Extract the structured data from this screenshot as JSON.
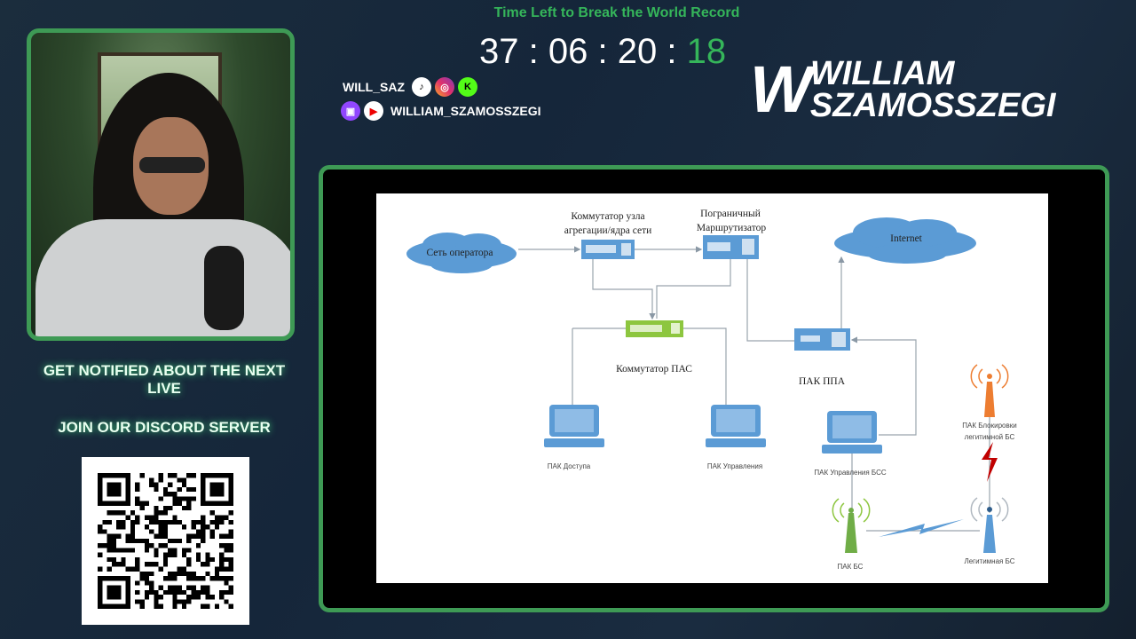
{
  "header": {
    "countdown_title": "Time Left to Break the World Record",
    "timer": {
      "hours": "37",
      "minutes": "06",
      "seconds": "20",
      "frames": "18",
      "separator": ":"
    }
  },
  "socials": {
    "handle1": "WILL_SAZ",
    "handle1_icons": [
      "tiktok-icon",
      "instagram-icon",
      "kick-icon"
    ],
    "handle2": "WILLIAM_SZAMOSSZEGI",
    "handle2_icons": [
      "twitch-icon",
      "youtube-icon"
    ]
  },
  "logo": {
    "mark": "W",
    "line1": "WILLIAM",
    "line2": "SZAMOSSZEGI"
  },
  "sidebar": {
    "notify": "GET NOTIFIED ABOUT THE NEXT LIVE",
    "discord": "JOIN OUR DISCORD SERVER"
  },
  "diagram": {
    "operator_cloud": "Сеть оператора",
    "internet_cloud": "Internet",
    "core_switch": [
      "Коммутатор узла",
      "агрегации/ядра сети"
    ],
    "border_router": [
      "Пограничный",
      "Маршрутизатор"
    ],
    "pas_switch": "Коммутатор ПАС",
    "ppa": "ПАК ППА",
    "laptop_access": "ПАК Доступа",
    "laptop_mgmt": "ПАК Управления",
    "laptop_bss": "ПАК Управления БСС",
    "blocker": [
      "ПАК Блокировки",
      "легитимной БС"
    ],
    "pak_bs": "ПАК БС",
    "legit_bs": "Легитимная БС"
  },
  "colors": {
    "accent": "#3e9a55",
    "timer_green": "#35b55a",
    "device_blue": "#5b9bd5",
    "switch_green": "#8dc63f",
    "tower_orange": "#ed7d31"
  }
}
